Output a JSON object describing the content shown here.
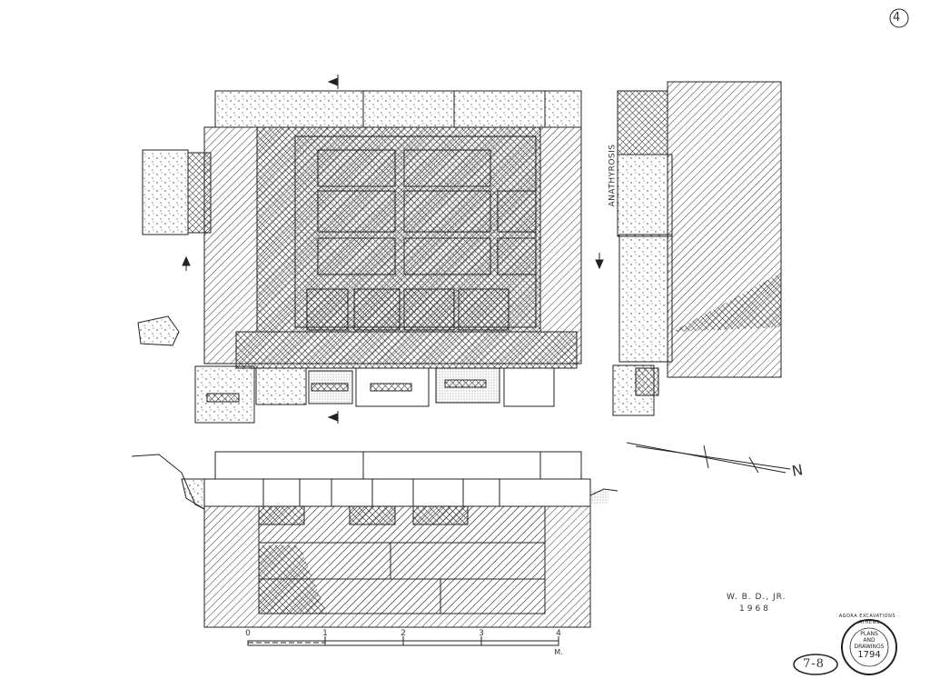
{
  "sheet_number": "4",
  "annotations": {
    "section_label": "ANATHYROSIS",
    "north_label": "N",
    "author": "W. B. D., JR.",
    "year": "1968"
  },
  "scale_bar": {
    "ticks": [
      "0",
      "1",
      "2",
      "3",
      "4"
    ],
    "unit": "M."
  },
  "stamp": {
    "ring_text": "AGORA EXCAVATIONS · ATHENS",
    "line1": "PLANS",
    "line2": "AND",
    "line3": "DRAWINGS",
    "number": "1794"
  },
  "catalog_mark": "7-8",
  "colors": {
    "ink": "#222222",
    "paper": "#ffffff"
  }
}
